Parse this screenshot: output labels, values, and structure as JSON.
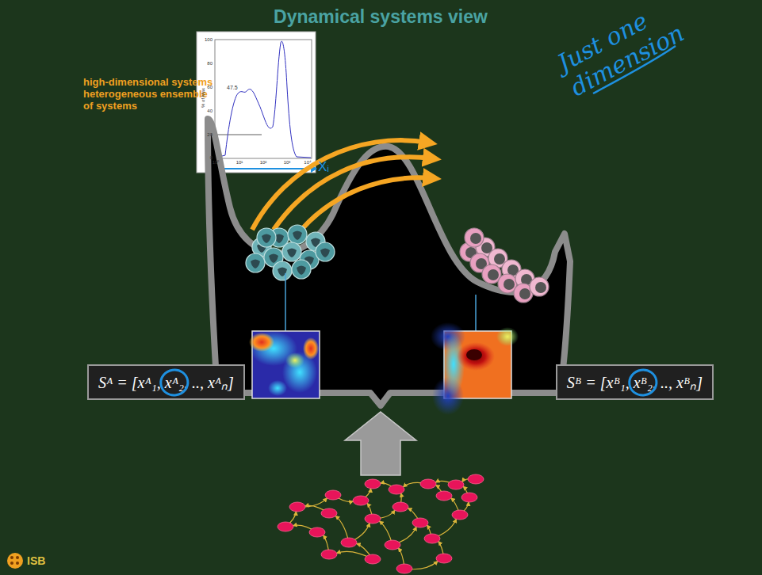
{
  "diagram": {
    "title": "Dynamical systems view",
    "nodes": [
      {
        "text": [
          "Sᴬ = [xᴬ₁, xᴬ₂, .., xᴬₙ]"
        ]
      },
      {
        "text": [
          "Sᴮ = [xᴮ₁, xᴮ₂, .., xᴮₙ]"
        ]
      }
    ],
    "labels": [
      "high-dimensional systems heterogeneous ensemble of systems",
      "Just one dimension",
      "Xᵢ",
      "100",
      "80",
      "60",
      "40",
      "20",
      "0",
      "% of Max",
      "47.5",
      "10⁰",
      "10¹",
      "10²",
      "10³",
      "10⁴",
      "ISB"
    ]
  }
}
